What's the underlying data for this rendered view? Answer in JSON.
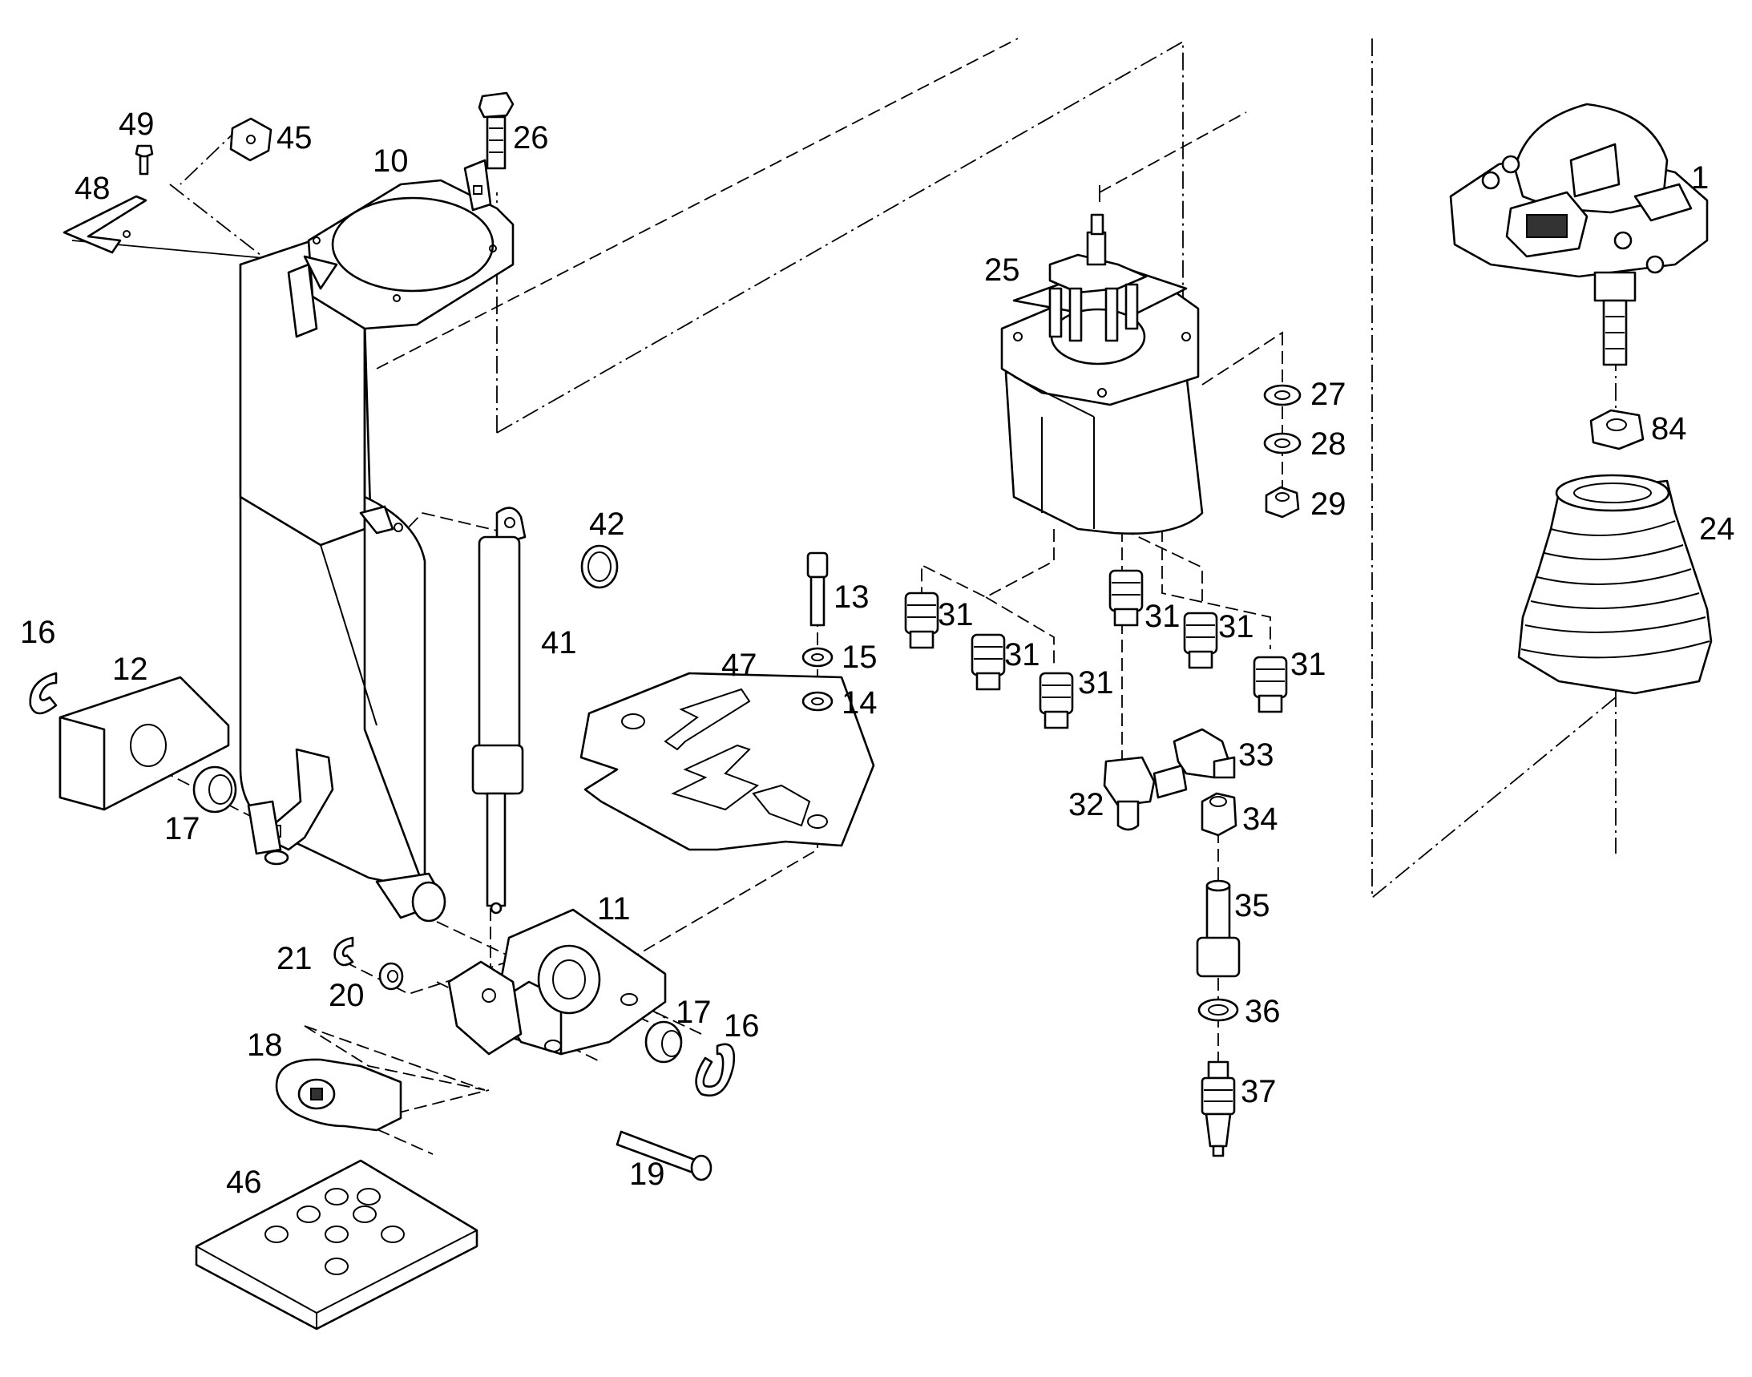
{
  "callouts": [
    {
      "id": "c1",
      "text": "1"
    },
    {
      "id": "c10",
      "text": "10"
    },
    {
      "id": "c11",
      "text": "11"
    },
    {
      "id": "c12",
      "text": "12"
    },
    {
      "id": "c13",
      "text": "13"
    },
    {
      "id": "c14",
      "text": "14"
    },
    {
      "id": "c15",
      "text": "15"
    },
    {
      "id": "c16a",
      "text": "16"
    },
    {
      "id": "c16b",
      "text": "16"
    },
    {
      "id": "c17a",
      "text": "17"
    },
    {
      "id": "c17b",
      "text": "17"
    },
    {
      "id": "c18",
      "text": "18"
    },
    {
      "id": "c19",
      "text": "19"
    },
    {
      "id": "c20",
      "text": "20"
    },
    {
      "id": "c21",
      "text": "21"
    },
    {
      "id": "c24",
      "text": "24"
    },
    {
      "id": "c25",
      "text": "25"
    },
    {
      "id": "c26",
      "text": "26"
    },
    {
      "id": "c27",
      "text": "27"
    },
    {
      "id": "c28",
      "text": "28"
    },
    {
      "id": "c29",
      "text": "29"
    },
    {
      "id": "c31a",
      "text": "31"
    },
    {
      "id": "c31b",
      "text": "31"
    },
    {
      "id": "c31c",
      "text": "31"
    },
    {
      "id": "c31d",
      "text": "31"
    },
    {
      "id": "c31e",
      "text": "31"
    },
    {
      "id": "c31f",
      "text": "31"
    },
    {
      "id": "c32",
      "text": "32"
    },
    {
      "id": "c33",
      "text": "33"
    },
    {
      "id": "c34",
      "text": "34"
    },
    {
      "id": "c35",
      "text": "35"
    },
    {
      "id": "c36",
      "text": "36"
    },
    {
      "id": "c37",
      "text": "37"
    },
    {
      "id": "c41",
      "text": "41"
    },
    {
      "id": "c42",
      "text": "42"
    },
    {
      "id": "c45",
      "text": "45"
    },
    {
      "id": "c46",
      "text": "46"
    },
    {
      "id": "c47",
      "text": "47"
    },
    {
      "id": "c48",
      "text": "48"
    },
    {
      "id": "c49",
      "text": "49"
    },
    {
      "id": "c84",
      "text": "84"
    }
  ]
}
